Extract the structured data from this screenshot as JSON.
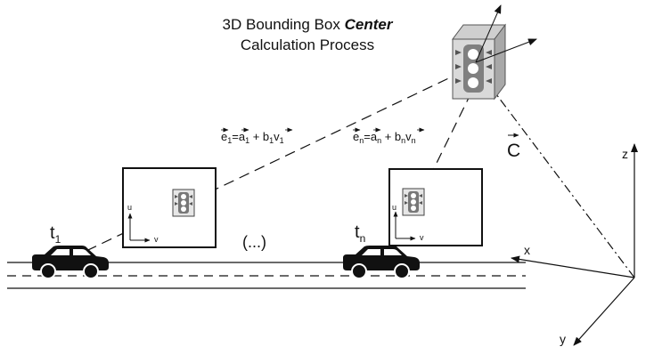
{
  "title": {
    "prefix": "3D Bounding Box ",
    "emph": "Center",
    "line2": "Calculation Process"
  },
  "equations": {
    "e1": {
      "e": "e",
      "e_sub": "1",
      "a": "a",
      "a_sub": "1",
      "plus": "+ b",
      "b_sub": "1",
      "v": "v",
      "v_sub": "1"
    },
    "en": {
      "e": "e",
      "e_sub": "n",
      "a": "a",
      "a_sub": "n",
      "plus": "+ b",
      "b_sub": "n",
      "v": "v",
      "v_sub": "n"
    }
  },
  "labels": {
    "t1": "t",
    "t1_sub": "1",
    "tn": "t",
    "tn_sub": "n",
    "ellipsis": "(...)",
    "center_vec": "C",
    "axis_x": "x",
    "axis_y": "y",
    "axis_z": "z",
    "cam_u": "u",
    "cam_v": "v"
  },
  "colors": {
    "ink": "#111111",
    "light_gray": "#d9d9d9",
    "mid_gray": "#808080",
    "dark_gray": "#595959"
  },
  "icons": [
    "car-icon",
    "traffic-light-icon"
  ]
}
